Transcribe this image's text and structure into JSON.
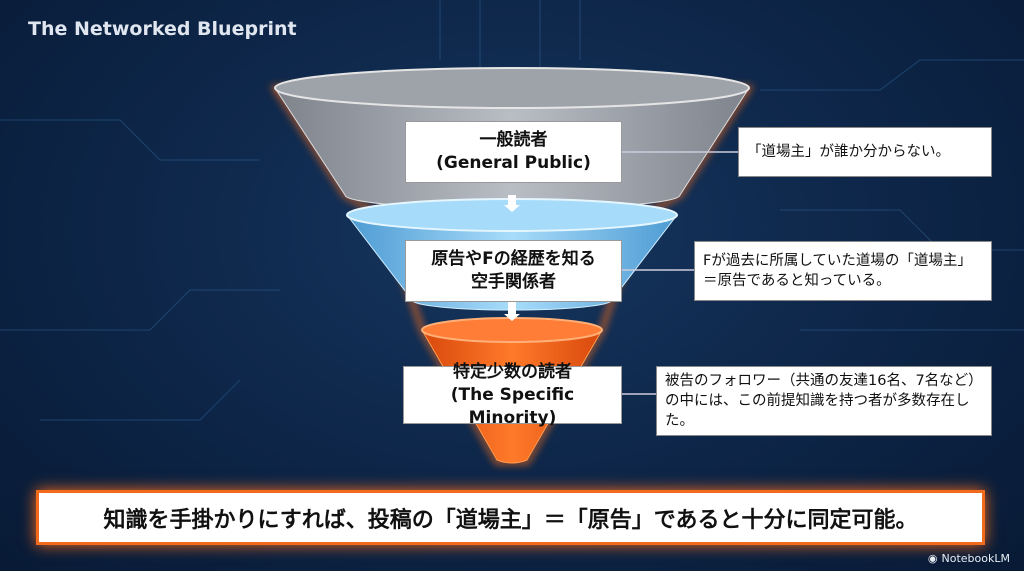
{
  "header": {
    "title": "The Networked Blueprint"
  },
  "funnel": [
    {
      "label_line1": "一般読者",
      "label_line2": "(General Public)",
      "callout": "「道場主」が誰か分からない。",
      "color": "#a9adb5"
    },
    {
      "label_line1": "原告やFの経歴を知る",
      "label_line2": "空手関係者",
      "callout": "Fが過去に所属していた道場の「道場主」＝原告であると知っている。",
      "color": "#8ecbf2"
    },
    {
      "label_line1": "特定少数の読者",
      "label_line2": "(The Specific Minority)",
      "callout": "被告のフォロワー（共通の友達16名、7名など）の中には、この前提知識を持つ者が多数存在した。",
      "color": "#f2611b"
    }
  ],
  "conclusion": "知識を手掛かりにすれば、投稿の「道場主」＝「原告」であると十分に同定可能。",
  "branding": {
    "logo_text": "NotebookLM"
  }
}
